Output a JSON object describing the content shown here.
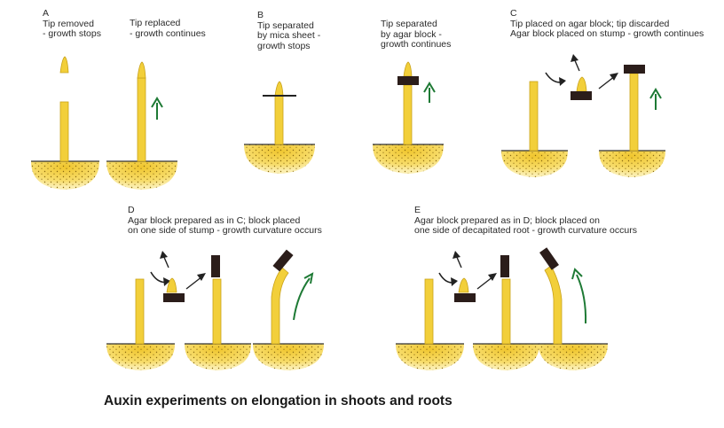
{
  "title": "Auxin experiments on elongation in shoots and roots",
  "colors": {
    "stem": "#f2cf3a",
    "stem_edge": "#c9a21a",
    "soil": "#f5d45a",
    "agar": "#2b1d1a",
    "arrow_green": "#1e7a35",
    "arrow_black": "#222222"
  },
  "panels": {
    "a": {
      "letter": "A",
      "removed_l1": "Tip removed",
      "removed_l2": "- growth stops",
      "replaced_l1": "Tip replaced",
      "replaced_l2": "- growth continues"
    },
    "b": {
      "letter": "B",
      "l1": "Tip separated",
      "l2": "by mica sheet -",
      "l3": "growth stops"
    },
    "agar_sep": {
      "l1": "Tip separated",
      "l2": "by agar block -",
      "l3": "growth continues"
    },
    "c": {
      "letter": "C",
      "l1": "Tip placed on agar block; tip discarded",
      "l2": "Agar block placed on stump - growth continues"
    },
    "d": {
      "letter": "D",
      "l1": "Agar block prepared as in C; block placed",
      "l2": "on one side of stump - growth curvature occurs"
    },
    "e": {
      "letter": "E",
      "l1": "Agar block prepared as in D; block placed on",
      "l2": "one side of decapitated root - growth curvature occurs"
    }
  }
}
